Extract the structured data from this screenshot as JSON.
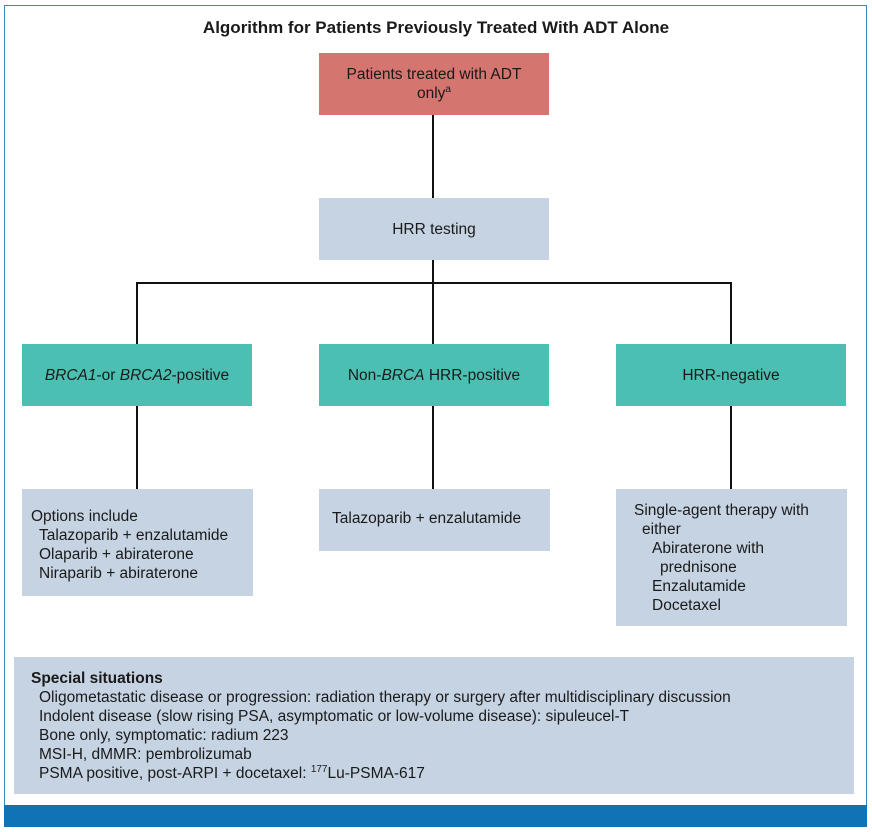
{
  "title": "Algorithm for Patients Previously Treated With ADT Alone",
  "colors": {
    "root": "#d4756f",
    "neutral_box": "#c5d3e2",
    "branch_box": "#4bbfb1",
    "frame_border": "#2f8fb0",
    "bottom_bar": "#1073b4"
  },
  "root": {
    "line1": "Patients treated with ADT",
    "line2": "only",
    "footnote": "a"
  },
  "test": {
    "label": "HRR testing"
  },
  "branches": {
    "brca": {
      "gene1": "BRCA1",
      "mid": "-or ",
      "gene2": "BRCA2",
      "suffix": "-positive"
    },
    "nonbrca": {
      "prefix": "Non-",
      "gene": "BRCA",
      "suffix": " HRR-positive"
    },
    "negative": {
      "label": "HRR-negative"
    }
  },
  "outcomes": {
    "brca": {
      "header": "Options include",
      "items": [
        "Talazoparib + enzalutamide",
        "Olaparib + abiraterone",
        "Niraparib + abiraterone"
      ]
    },
    "nonbrca": {
      "label": "Talazoparib + enzalutamide"
    },
    "negative": {
      "line1": "Single-agent therapy with",
      "line2": "either",
      "item1_line1": "Abiraterone with",
      "item1_line2": "prednisone",
      "item2": "Enzalutamide",
      "item3": "Docetaxel"
    }
  },
  "special": {
    "title": "Special situations",
    "items": [
      "Oligometastatic disease or progression: radiation therapy or surgery after multidisciplinary discussion",
      "Indolent disease (slow rising PSA, asymptomatic or low-volume disease): sipuleucel-T",
      "Bone only, symptomatic: radium 223",
      "MSI-H, dMMR: pembrolizumab"
    ],
    "last_prefix": "PSMA positive, post-ARPI + docetaxel: ",
    "last_sup": "177",
    "last_suffix": "Lu-PSMA-617"
  }
}
